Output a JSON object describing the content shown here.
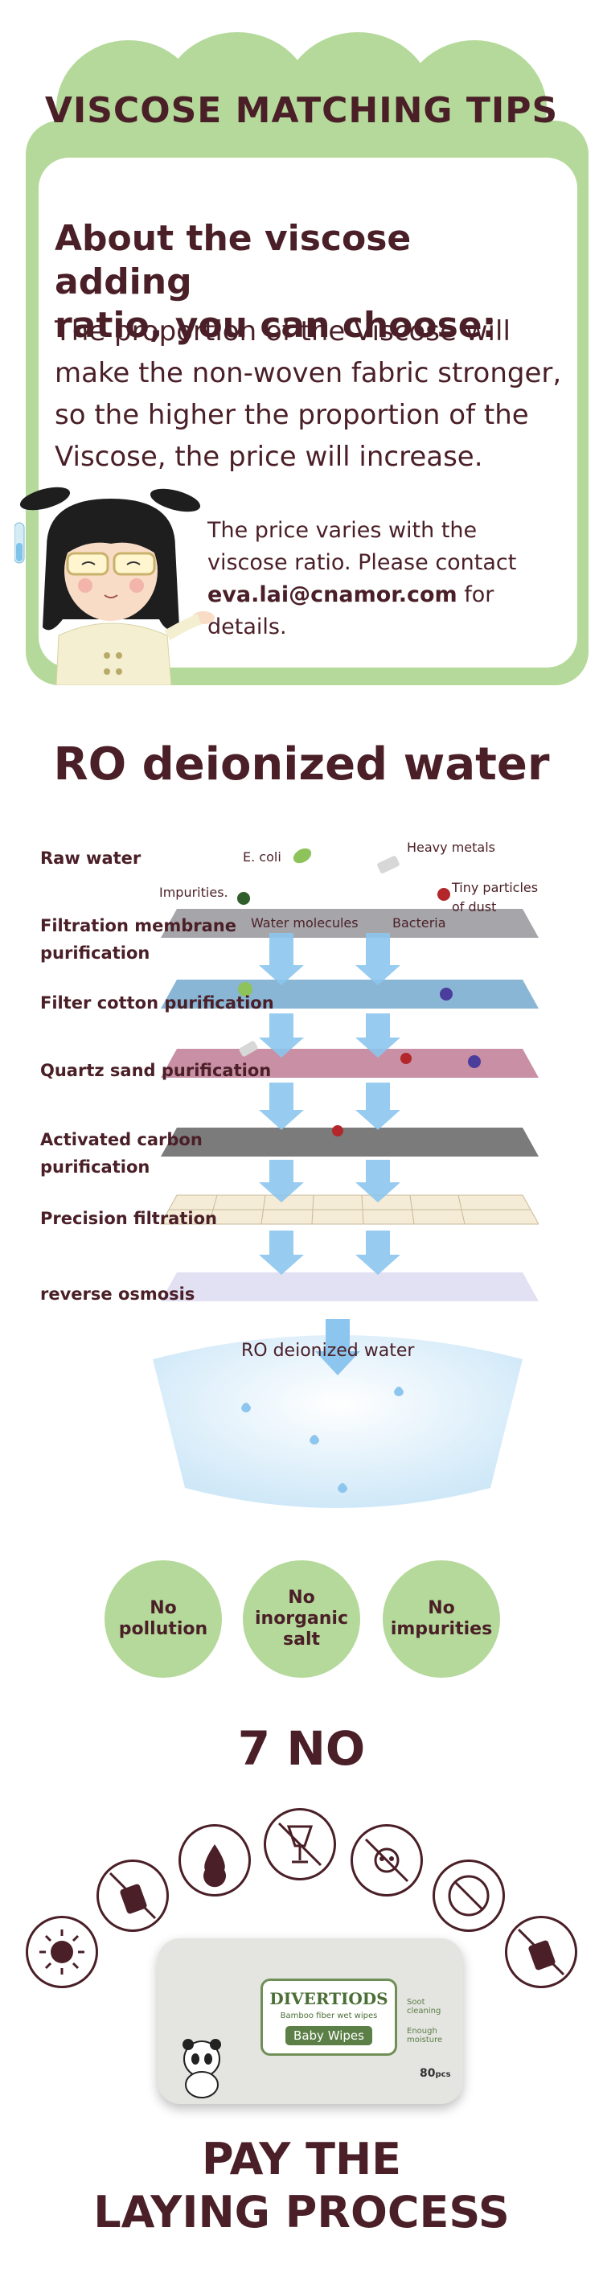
{
  "tips": {
    "title": "VISCOSE MATCHING TIPS",
    "heading_line1": "About the viscose adding",
    "heading_line2": "ratio, you can choose:",
    "body_line1": "The proportion of the Viscose will",
    "body_line2": "make the non-woven fabric stronger,",
    "body_line3": "so the higher the proportion of the",
    "body_line4": "Viscose, the price will increase.",
    "price_line1": "The price varies with the",
    "price_line2": "viscose ratio. Please contact",
    "price_email": "eva.lai@cnamor.com",
    "price_line3_rest": " for details."
  },
  "ro": {
    "title": "RO deionized water",
    "raw_water": "Raw water",
    "ecoli": "E. coli",
    "heavy_metals": "Heavy metals",
    "impurities": "Impurities.",
    "tiny_particles_1": "Tiny particles",
    "tiny_particles_2": "of dust",
    "water_molecules": "Water molecules",
    "bacteria": "Bacteria",
    "steps": [
      "Filtration membrane",
      "purification",
      "Filter cotton purification",
      "Quartz sand purification",
      "Activated carbon",
      "purification",
      "Precision filtration",
      "reverse osmosis"
    ],
    "result": "RO deionized water"
  },
  "badges": [
    {
      "line1": "No",
      "line2": "pollution"
    },
    {
      "line1": "No",
      "line2": "inorganic salt"
    },
    {
      "line1": "No",
      "line2": "impurities"
    }
  ],
  "seven_no": "7 NO",
  "product": {
    "brand": "DIVERTIODS",
    "subtitle": "Bamboo fiber wet wipes",
    "name": "Baby Wipes",
    "count": "80",
    "count_unit": "pcs",
    "feature1": "Soot cleaning",
    "feature2": "Enough moisture"
  },
  "final": {
    "line1": "PAY THE",
    "line2": "LAYING PROCESS"
  },
  "colors": {
    "green": "#b4d99a",
    "maroon": "#4a1f27",
    "water_blue": "#8cc6ee"
  }
}
